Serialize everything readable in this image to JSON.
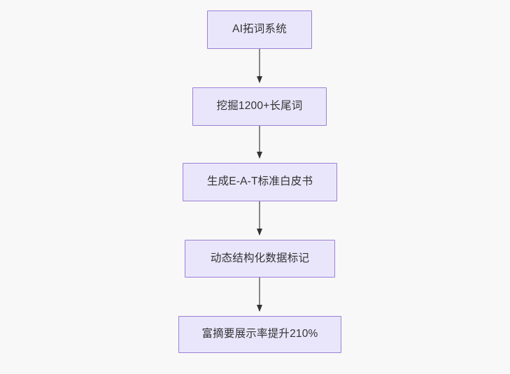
{
  "diagram": {
    "type": "flowchart",
    "orientation": "top-to-bottom",
    "background_color": "#f8f8f8",
    "node_fill_color": "#e9e6fb",
    "node_border_color": "#9d7fd4",
    "node_text_color": "#333333",
    "edge_line_color": "#888888",
    "edge_arrowhead_color": "#333333",
    "nodes": [
      {
        "id": "node-1",
        "label": "AI拓词系统"
      },
      {
        "id": "node-2",
        "label": "挖掘1200+长尾词"
      },
      {
        "id": "node-3",
        "label": "生成E-A-T标准白皮书"
      },
      {
        "id": "node-4",
        "label": "动态结构化数据标记"
      },
      {
        "id": "node-5",
        "label": "富摘要展示率提升210%"
      }
    ],
    "edges": [
      {
        "id": "edge-1",
        "from": "node-1",
        "to": "node-2"
      },
      {
        "id": "edge-2",
        "from": "node-2",
        "to": "node-3"
      },
      {
        "id": "edge-3",
        "from": "node-3",
        "to": "node-4"
      },
      {
        "id": "edge-4",
        "from": "node-4",
        "to": "node-5"
      }
    ]
  }
}
